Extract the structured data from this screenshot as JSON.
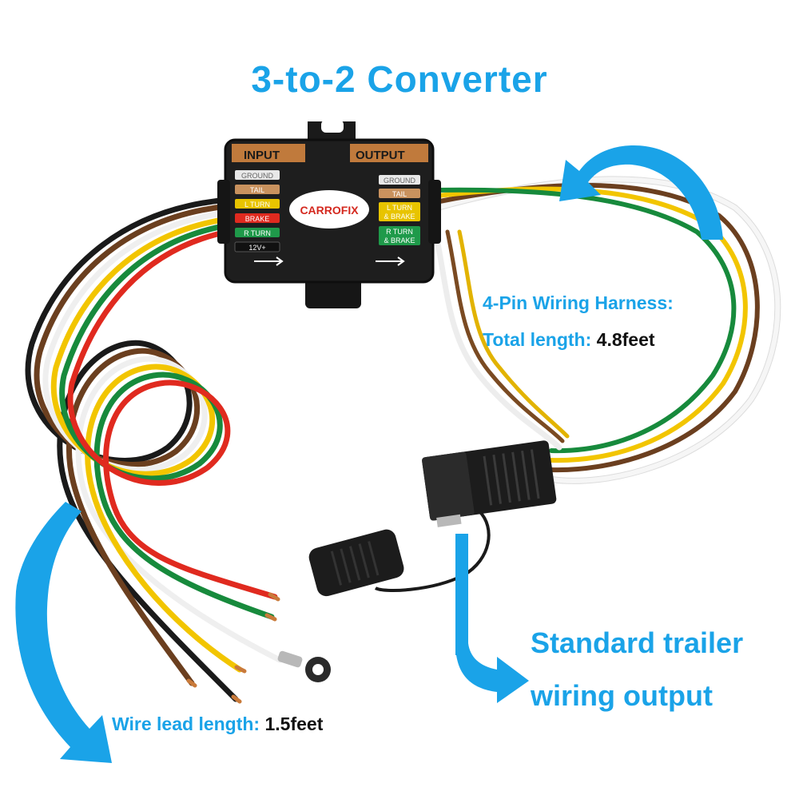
{
  "colors": {
    "accent": "#1aa3e8",
    "box": "#1e1e1e",
    "box_header": "#c07a3c",
    "wire_white": "#f4f4f4",
    "wire_brown": "#6b3f1f",
    "wire_yellow": "#f2c500",
    "wire_green": "#178a3c",
    "wire_red": "#e02a1f",
    "wire_black": "#1a1a1a"
  },
  "title": "3-to-2 Converter",
  "converter": {
    "input_header": "INPUT",
    "output_header": "OUTPUT",
    "logo": "CARROFIX",
    "input_labels": [
      "GROUND",
      "TAIL",
      "L TURN",
      "BRAKE",
      "R TURN",
      "12V+"
    ],
    "output_labels": [
      "GROUND",
      "TAIL",
      "L TURN",
      "& BRAKE",
      "R TURN",
      "& BRAKE"
    ]
  },
  "harness": {
    "label": "4-Pin Wiring Harness:",
    "length_label": "Total length:",
    "length_value": "4.8feet"
  },
  "output_label": {
    "line1": "Standard trailer",
    "line2": "wiring output"
  },
  "lead": {
    "label": "Wire lead length:",
    "value": "1.5feet"
  },
  "icons": {
    "arrow_top_right": "curved-arrow-icon",
    "arrow_left": "curved-arrow-icon",
    "arrow_down_right": "elbow-arrow-icon",
    "direction_arrows": "right-arrow-icon"
  }
}
